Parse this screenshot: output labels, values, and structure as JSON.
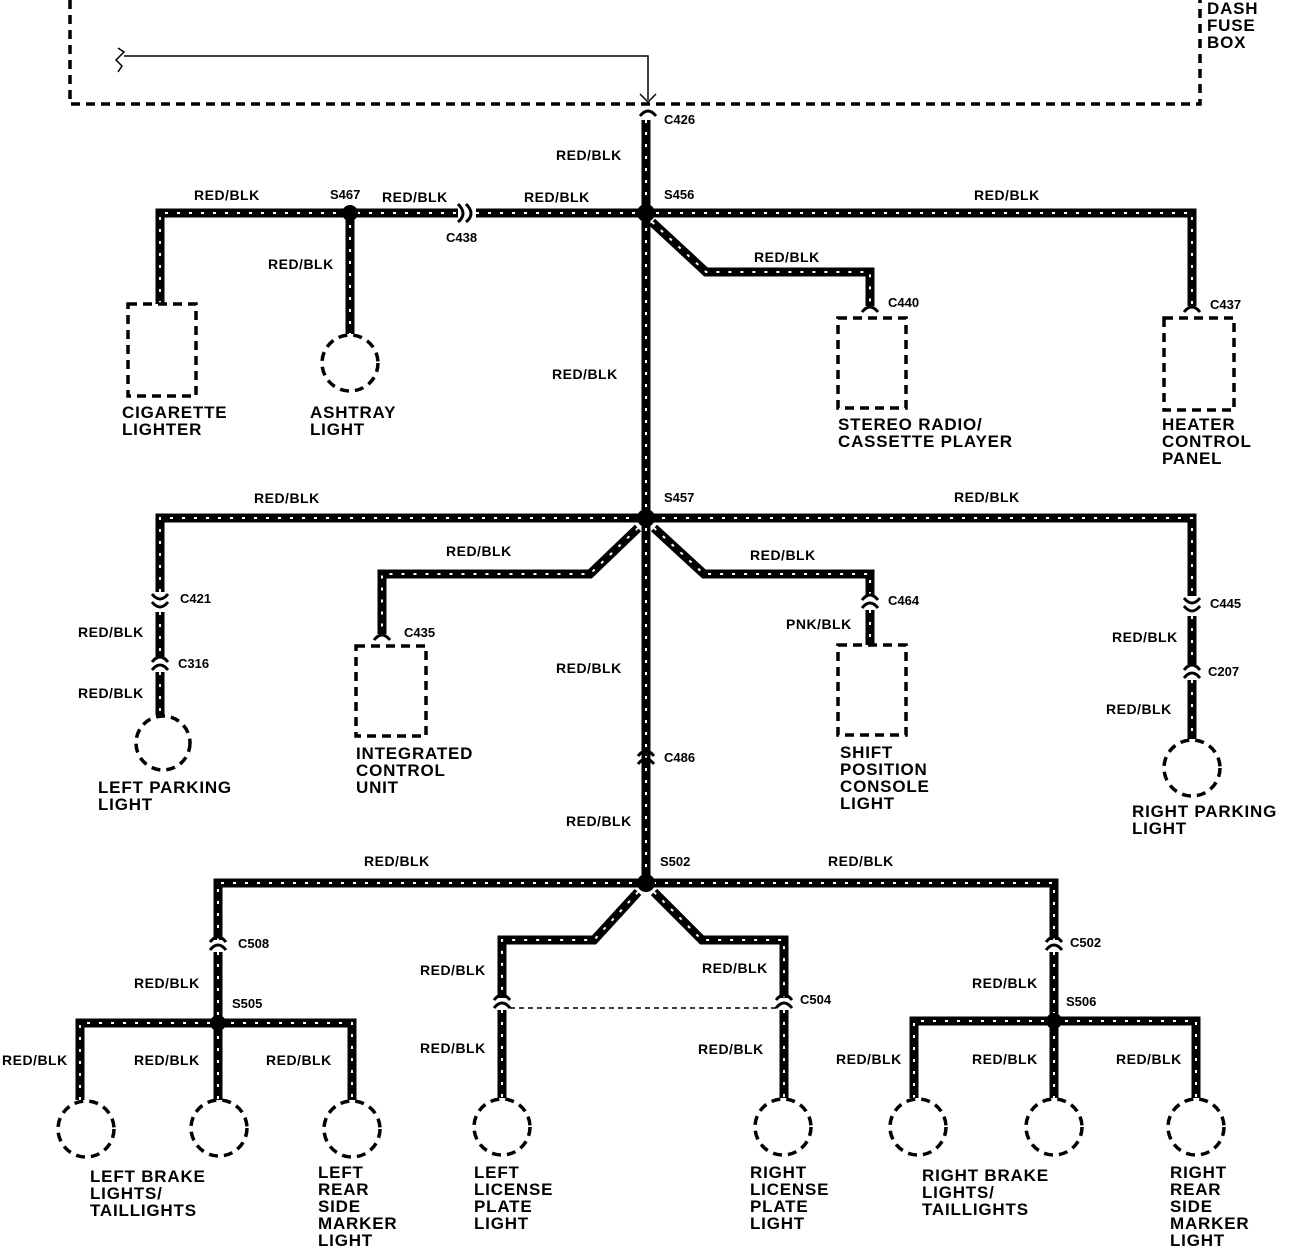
{
  "fuse_box": {
    "line1": "DASH",
    "line2": "FUSE",
    "line3": "BOX"
  },
  "wire_color": "RED/BLK",
  "wire_color_alt": "PNK/BLK",
  "connectors": {
    "c426": "C426",
    "c438": "C438",
    "c440": "C440",
    "c437": "C437",
    "c421": "C421",
    "c316": "C316",
    "c435": "C435",
    "c464": "C464",
    "c445": "C445",
    "c207": "C207",
    "c486": "C486",
    "c508": "C508",
    "c504": "C504",
    "c502": "C502"
  },
  "splices": {
    "s467": "S467",
    "s456": "S456",
    "s457": "S457",
    "s502": "S502",
    "s505": "S505",
    "s506": "S506"
  },
  "components": {
    "cigarette_lighter": [
      "CIGARETTE",
      "LIGHTER"
    ],
    "ashtray_light": [
      "ASHTRAY",
      "LIGHT"
    ],
    "stereo_radio": [
      "STEREO RADIO/",
      "CASSETTE PLAYER"
    ],
    "heater_control": [
      "HEATER",
      "CONTROL",
      "PANEL"
    ],
    "left_parking": [
      "LEFT PARKING",
      "LIGHT"
    ],
    "integrated_control": [
      "INTEGRATED",
      "CONTROL",
      "UNIT"
    ],
    "shift_position": [
      "SHIFT",
      "POSITION",
      "CONSOLE",
      "LIGHT"
    ],
    "right_parking": [
      "RIGHT PARKING",
      "LIGHT"
    ],
    "left_brake": [
      "LEFT BRAKE",
      "LIGHTS/",
      "TAILLIGHTS"
    ],
    "left_rear_marker": [
      "LEFT",
      "REAR",
      "SIDE",
      "MARKER",
      "LIGHT"
    ],
    "left_license": [
      "LEFT",
      "LICENSE",
      "PLATE",
      "LIGHT"
    ],
    "right_license": [
      "RIGHT",
      "LICENSE",
      "PLATE",
      "LIGHT"
    ],
    "right_brake": [
      "RIGHT BRAKE",
      "LIGHTS/",
      "TAILLIGHTS"
    ],
    "right_rear_marker": [
      "RIGHT",
      "REAR",
      "SIDE",
      "MARKER",
      "LIGHT"
    ]
  }
}
